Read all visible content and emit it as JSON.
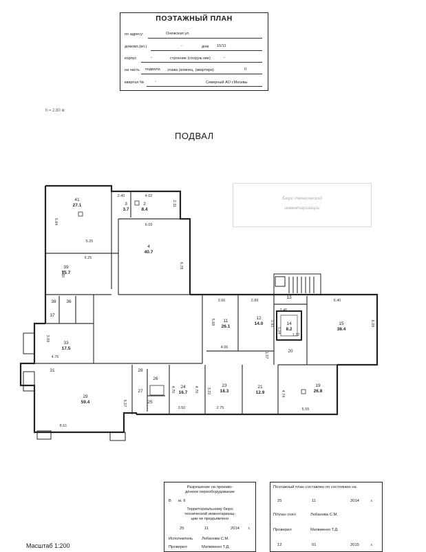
{
  "title_block": {
    "title": "ПОЭТАЖНЫЙ ПЛАН",
    "address_label": "по адресу:",
    "address_value": "Онежская ул.",
    "line2_label": "домовл.(вл.)",
    "line2_dash": "-",
    "line2_house_label": "дом",
    "line2_house_value": "15/11",
    "line3_label": "корпус",
    "line3_dash": "-",
    "line3_building_label": "строение (сооруж.ние)",
    "line3_building_value": "-",
    "line4_label": "на часть",
    "line4_part_value": "подвала",
    "line4_floor_label": "этажа (комнец. (квартира)",
    "line4_floor_value": "II",
    "line5_label": "квартал №",
    "line5_quarter_value": "-",
    "line5_district": "Северный АО г.Москвы"
  },
  "height_label": "h = 2.80 м",
  "floor_title": "ПОДВАЛ",
  "stamp": {
    "line1": "Бюро технической",
    "line2": "инвентаризации"
  },
  "rooms": [
    {
      "num": "41",
      "area": "27.1"
    },
    {
      "num": "3",
      "area": "3.7"
    },
    {
      "num": "2",
      "area": "8.4"
    },
    {
      "num": "4",
      "area": "40.7"
    },
    {
      "num": "39",
      "area": "15.7"
    },
    {
      "num": "38",
      "area": ""
    },
    {
      "num": "36",
      "area": ""
    },
    {
      "num": "37",
      "area": ""
    },
    {
      "num": "33",
      "area": "17.5"
    },
    {
      "num": "31",
      "area": ""
    },
    {
      "num": "29",
      "area": "59.4"
    },
    {
      "num": "28",
      "area": ""
    },
    {
      "num": "26",
      "area": ""
    },
    {
      "num": "27",
      "area": ""
    },
    {
      "num": "25",
      "area": ""
    },
    {
      "num": "24",
      "area": "16.7"
    },
    {
      "num": "23",
      "area": "18.3"
    },
    {
      "num": "21",
      "area": "12.9"
    },
    {
      "num": "11",
      "area": "26.1"
    },
    {
      "num": "12",
      "area": "14.0"
    },
    {
      "num": "14",
      "area": "8.2"
    },
    {
      "num": "13",
      "area": ""
    },
    {
      "num": "15",
      "area": "38.4"
    },
    {
      "num": "20",
      "area": ""
    },
    {
      "num": "19",
      "area": "26.8"
    }
  ],
  "dimensions": [
    "2.40",
    "4.02",
    "5.84",
    "2.31",
    "6.09",
    "6.25",
    "6.78",
    "5.25",
    "3.60",
    "5.68",
    "3.66",
    "2.89",
    "2.46",
    "6.40",
    "6.09",
    "3.93",
    "3.24",
    "1.32",
    "4.06",
    "1.57",
    "4.76",
    "3.69",
    "6.57",
    "8.61",
    "3.50",
    "2.75",
    "4.70",
    "3.22",
    "4.70",
    "4.74",
    "5.55"
  ],
  "approval": {
    "line1": "Разрешение на произво-",
    "line2": "дённое переоборудование",
    "number_label": "В",
    "number_value": "м. II",
    "text1": "Территориальному бюро",
    "text2": "технической инвентаризац-",
    "text3": "ции не предъявлено",
    "date_day": "25",
    "date_month": "11",
    "date_year": "2014",
    "date_suffix": "г.",
    "executor_label": "Исполнитель",
    "executor_value": "Лобанова С.М.",
    "checked_label": "Проверил",
    "checked_value": "Матвиенко Т.Д."
  },
  "composed": {
    "line1": "Поэтажный план составлен по состоянию на",
    "date_day": "25",
    "date_month": "11",
    "date_year": "2014",
    "date_suffix": "г.",
    "plan_label": "П/план снял",
    "plan_value": "Лобанова С.М.",
    "check_label": "Проверил",
    "check_value": "Матвиенко Т.Д.",
    "date2_day": "12",
    "date2_month": "01",
    "date2_year": "2015",
    "date2_suffix": "г."
  },
  "scale_text": "Масштаб 1:200"
}
